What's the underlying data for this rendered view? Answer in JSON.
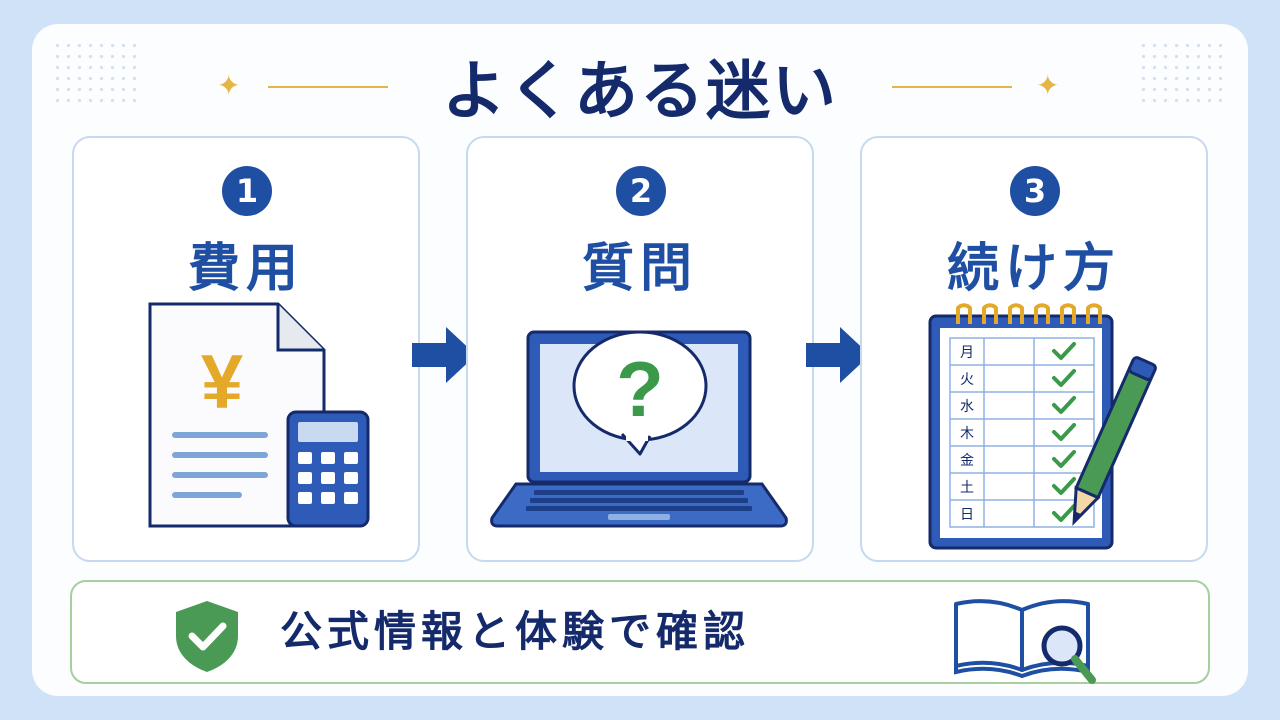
{
  "title": "よくある迷い",
  "steps": [
    {
      "number": "1",
      "label": "費用",
      "icon": "yen-document-calculator-icon"
    },
    {
      "number": "2",
      "label": "質問",
      "icon": "laptop-question-icon"
    },
    {
      "number": "3",
      "label": "続け方",
      "icon": "weekly-checklist-notebook-icon"
    }
  ],
  "document": {
    "symbol": "¥"
  },
  "laptop": {
    "symbol": "?"
  },
  "notebook": {
    "days": [
      "月",
      "火",
      "水",
      "木",
      "金",
      "土",
      "日"
    ]
  },
  "footer": {
    "text": "公式情報と体験で確認",
    "left_icon": "shield-check-icon",
    "right_icon": "book-magnifier-icon"
  },
  "colors": {
    "navy": "#152a6b",
    "blue": "#1f4fa3",
    "gold": "#e5b645",
    "green": "#4a9a55",
    "background": "#cfe2f7"
  }
}
